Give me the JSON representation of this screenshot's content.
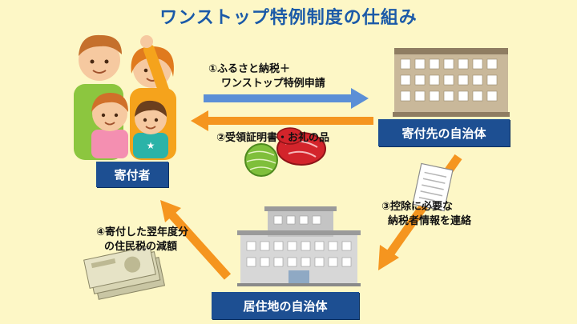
{
  "title": "ワンストップ特例制度の仕組み",
  "nodes": {
    "donor": "寄付者",
    "donation_municipality": "寄付先の自治体",
    "residence_municipality": "居住地の自治体"
  },
  "flows": {
    "step1_line1": "①ふるさと納税＋",
    "step1_line2": "ワンストップ特例申請",
    "step2": "②受領証明書・お礼の品",
    "step3_line1": "③控除に必要な",
    "step3_line2": "納税者情報を連絡",
    "step4_line1": "④寄付した翌年度分",
    "step4_line2": "の住民税の減額"
  },
  "colors": {
    "background": "#fdf7c6",
    "title": "#1b5aa8",
    "label_box": "#1d4f92",
    "arrow_blue": "#5b8fd6",
    "arrow_orange": "#f5951f"
  }
}
